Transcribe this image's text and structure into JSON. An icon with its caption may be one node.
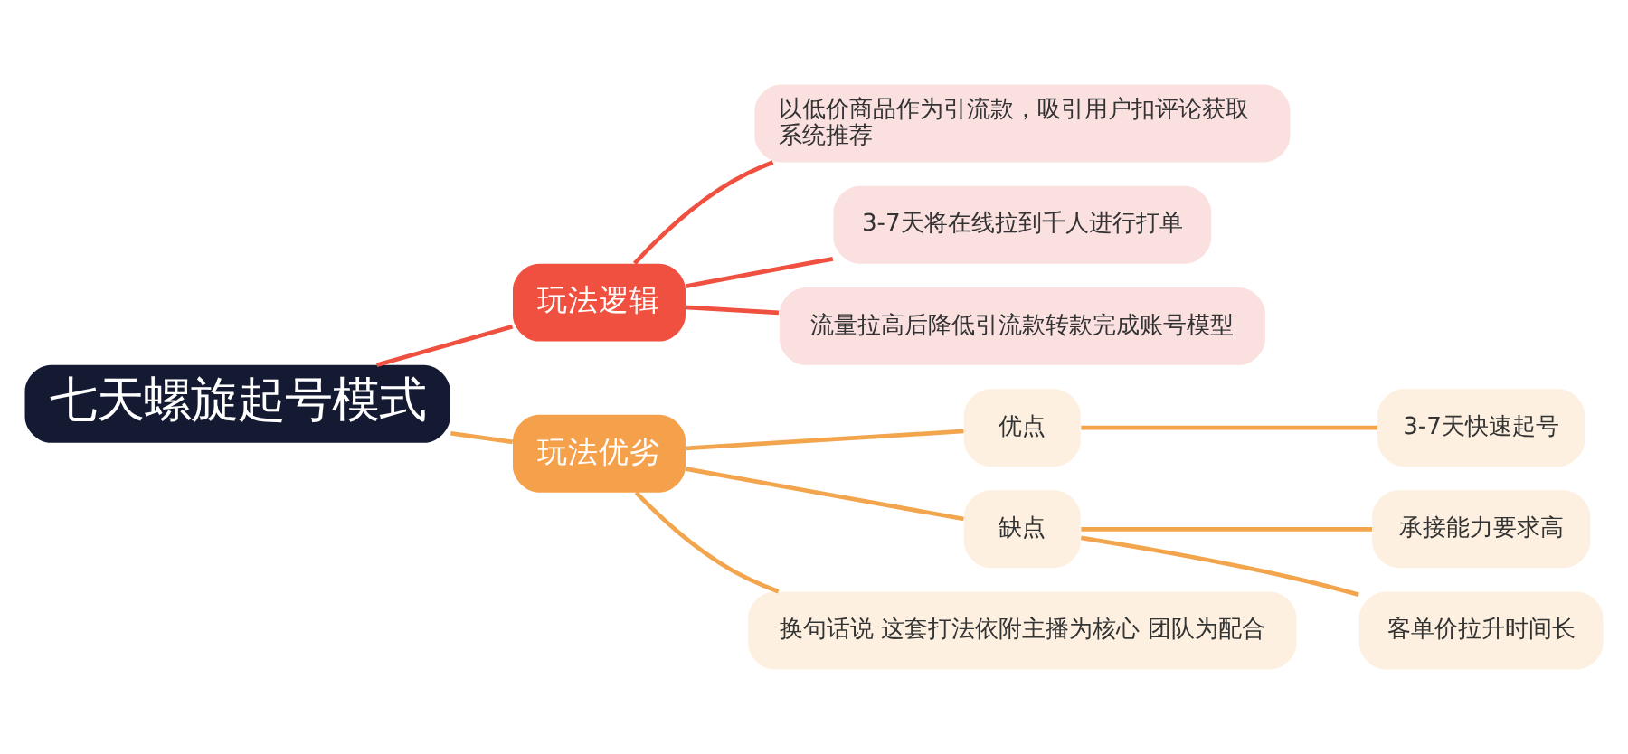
{
  "diagram": {
    "nodes": [
      {
        "text": [
          "七天螺旋起号模式"
        ]
      },
      {
        "text": [
          "玩法逻辑"
        ]
      },
      {
        "text": [
          "以低价商品作为引流款，吸引用户扣评论获取系统推荐"
        ]
      },
      {
        "text": [
          "3-7天将在线拉到千人进行打单"
        ]
      },
      {
        "text": [
          "流量拉高后降低引流款转款完成账号模型"
        ]
      },
      {
        "text": [
          "玩法优劣"
        ]
      },
      {
        "text": [
          "优点"
        ]
      },
      {
        "text": [
          "3-7天快速起号"
        ]
      },
      {
        "text": [
          "缺点"
        ]
      },
      {
        "text": [
          "承接能力要求高"
        ]
      },
      {
        "text": [
          "客单价拉升时间长"
        ]
      },
      {
        "text": [
          "换句话说 这套打法依附主播为核心 团队为配合"
        ]
      }
    ],
    "edges": [
      {
        "from": 0,
        "to": 1,
        "arrow": "none",
        "color": "#f0503f"
      },
      {
        "from": 1,
        "to": 2,
        "arrow": "none",
        "color": "#f0503f"
      },
      {
        "from": 1,
        "to": 3,
        "arrow": "none",
        "color": "#f0503f"
      },
      {
        "from": 1,
        "to": 4,
        "arrow": "none",
        "color": "#f0503f"
      },
      {
        "from": 0,
        "to": 5,
        "arrow": "none"
      },
      {
        "from": 5,
        "to": 6,
        "arrow": "none"
      },
      {
        "from": 5,
        "to": 8,
        "arrow": "none"
      },
      {
        "from": 5,
        "to": 11,
        "arrow": "none"
      },
      {
        "from": 6,
        "to": 7,
        "arrow": "none"
      },
      {
        "from": 8,
        "to": 9,
        "arrow": "none"
      },
      {
        "from": 8,
        "to": 10,
        "arrow": "none"
      }
    ]
  }
}
